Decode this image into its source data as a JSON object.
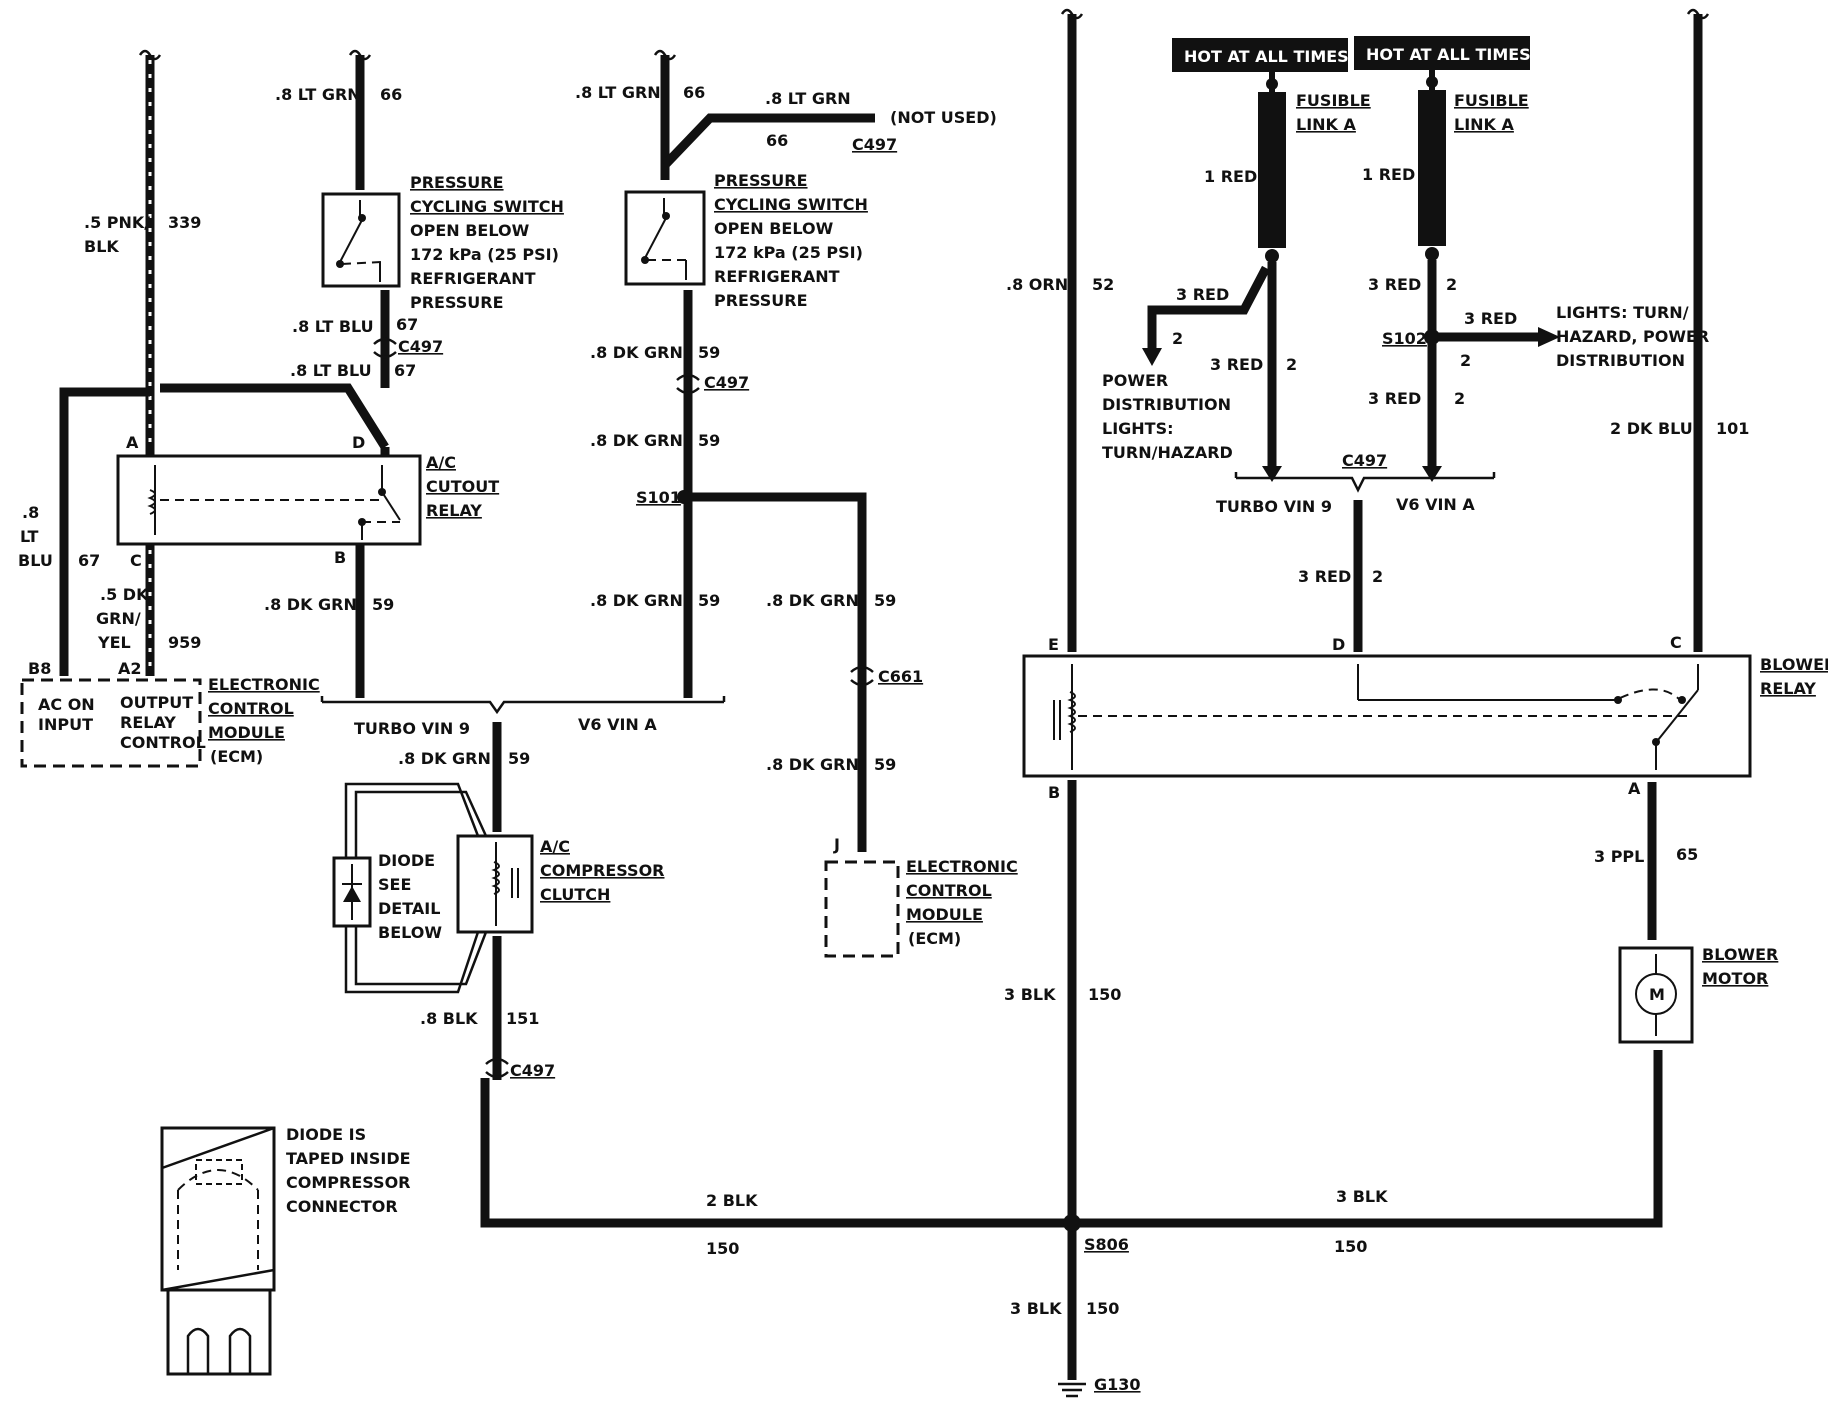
{
  "col1": {
    "wire_top": ".5 PNK/",
    "wire_top2": "BLK",
    "circuit_top": "339",
    "left_wire": ".8",
    "left_wire2": "LT",
    "left_wire3": "BLU",
    "left_circuit": "67",
    "relay_lower": ".5 DK",
    "relay_lower2": "GRN/",
    "relay_lower3": "YEL",
    "relay_lower_circuit": "959",
    "pin_b8": "B8",
    "pin_a2": "A2",
    "ecm_in1": "AC ON",
    "ecm_in2": "INPUT",
    "ecm_out1": "OUTPUT",
    "ecm_out2": "RELAY",
    "ecm_out3": "CONTROL",
    "ecm_label1": "ELECTRONIC",
    "ecm_label2": "CONTROL",
    "ecm_label3": "MODULE",
    "ecm_label4": "(ECM)"
  },
  "switch1": {
    "wire": ".8 LT GRN",
    "circuit": "66",
    "label1": "PRESSURE",
    "label2": "CYCLING SWITCH",
    "label3": "OPEN BELOW",
    "label4": "172 kPa (25 PSI)",
    "label5": "REFRIGERANT",
    "label6": "PRESSURE",
    "below_wire": ".8 LT BLU",
    "below_circuit": "67",
    "connector": "C497",
    "below_wire2": ".8 LT BLU",
    "below_circuit2": "67"
  },
  "ac_relay": {
    "pin_a": "A",
    "pin_d": "D",
    "pin_c": "C",
    "pin_b": "B",
    "label1": "A/C",
    "label2": "CUTOUT",
    "label3": "RELAY",
    "b_wire": ".8 DK GRN",
    "b_circuit": "59"
  },
  "switch2": {
    "wire": ".8 LT GRN",
    "circuit": "66",
    "branch_wire": ".8 LT GRN",
    "branch_circuit": "66",
    "branch_note": "(NOT USED)",
    "branch_connector": "C497",
    "label1": "PRESSURE",
    "label2": "CYCLING SWITCH",
    "label3": "OPEN BELOW",
    "label4": "172 kPa (25 PSI)",
    "label5": "REFRIGERANT",
    "label6": "PRESSURE",
    "below_wire": ".8 DK GRN",
    "below_circuit": "59",
    "connector": "C497",
    "below_wire2": ".8 DK GRN",
    "below_circuit2": "59",
    "splice": "S101",
    "below_wire3": ".8 DK GRN",
    "below_circuit3": "59"
  },
  "ecm2": {
    "wire": ".8 DK GRN",
    "circuit": "59",
    "connector": "C661",
    "wire2": ".8 DK GRN",
    "circuit2": "59",
    "pin": "J",
    "label1": "ELECTRONIC",
    "label2": "CONTROL",
    "label3": "MODULE",
    "label4": "(ECM)"
  },
  "variant": {
    "turbo": "TURBO VIN 9",
    "v6": "V6 VIN A"
  },
  "clutch": {
    "top_wire": ".8 DK GRN",
    "top_circuit": "59",
    "diode1": "DIODE",
    "diode2": "SEE",
    "diode3": "DETAIL",
    "diode4": "BELOW",
    "label1": "A/C",
    "label2": "COMPRESSOR",
    "label3": "CLUTCH",
    "bottom_wire": ".8 BLK",
    "bottom_circuit": "151",
    "connector": "C497"
  },
  "diode_detail": {
    "line1": "DIODE IS",
    "line2": "TAPED INSIDE",
    "line3": "COMPRESSOR",
    "line4": "CONNECTOR"
  },
  "ground": {
    "left_wire": "2 BLK",
    "left_circuit": "150",
    "right_wire": "3 BLK",
    "right_circuit": "150",
    "splice": "S806",
    "down_wire": "3 BLK",
    "down_circuit": "150",
    "ground": "G130"
  },
  "blower": {
    "e_wire": ".8 ORN",
    "e_circuit": "52",
    "hot1": "HOT AT ALL TIMES",
    "hot2": "HOT AT ALL TIMES",
    "fuse1a": "FUSIBLE",
    "fuse1b": "LINK A",
    "fuse2a": "FUSIBLE",
    "fuse2b": "LINK A",
    "red1": "1 RED",
    "red2": "1 RED",
    "turbo_branch": "3 RED",
    "turbo_branch_circuit": "2",
    "pd1": "POWER",
    "pd2": "DISTRIBUTION",
    "pd3": "LIGHTS:",
    "pd4": "TURN/HAZARD",
    "turbo_wire": "3 RED",
    "turbo_circuit": "2",
    "v6_wire": "3 RED",
    "v6_circuit": "2",
    "s102": "S102",
    "s102_branch": "3 RED",
    "s102_branch_circuit": "2",
    "lights1": "LIGHTS: TURN/",
    "lights2": "HAZARD, POWER",
    "lights3": "DISTRIBUTION",
    "v6_wire2": "3 RED",
    "v6_circuit2": "2",
    "connector": "C497",
    "turbo": "TURBO VIN 9",
    "v6": "V6 VIN A",
    "d_wire": "3 RED",
    "d_circuit": "2",
    "c_wire": "2 DK BLU",
    "c_circuit": "101",
    "pin_e": "E",
    "pin_d": "D",
    "pin_c": "C",
    "pin_b": "B",
    "pin_a": "A",
    "relay1": "BLOWER",
    "relay2": "RELAY",
    "b_wire": "3 BLK",
    "b_circuit": "150",
    "a_wire": "3 PPL",
    "a_circuit": "65",
    "motor1": "BLOWER",
    "motor2": "MOTOR",
    "motor_symbol": "M"
  }
}
